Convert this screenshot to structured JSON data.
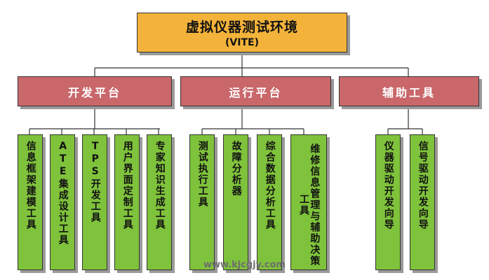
{
  "root": {
    "title": "虚拟仪器测试环境",
    "subtitle": "(VITE)"
  },
  "platforms": [
    {
      "label": "开发平台",
      "children": [
        "信息框架建模工具",
        "ATE集成设计工具",
        "TPS开发工具",
        "用户界面定制工具",
        "专家知识生成工具"
      ]
    },
    {
      "label": "运行平台",
      "children": [
        "测试执行工具",
        "故障分析器",
        "综合数据分析工具",
        "维修信息管理与辅助决策工具"
      ]
    },
    {
      "label": "辅助工具",
      "children": [
        "仪器驱动开发向导",
        "信号驱动开发向导"
      ]
    }
  ],
  "watermark": "www.kjcgjy.com",
  "colors": {
    "root": "#f3b33a",
    "platform": "#c9676b",
    "leaf": "#7fc23b",
    "line": "#333333"
  }
}
